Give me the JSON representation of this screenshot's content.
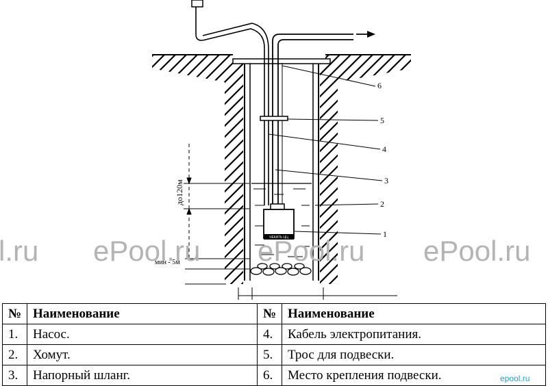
{
  "diagram": {
    "callouts": [
      "6",
      "5",
      "4",
      "3",
      "2",
      "1"
    ],
    "depth_label": "до120м",
    "min_label": "мин - 5м",
    "pump_label": "ЧЕКАТЬ ЦЦ"
  },
  "watermarks": [
    "l.ru",
    "ePool.ru",
    "ePool.ru",
    "ePool.ru"
  ],
  "table": {
    "headers": [
      "№",
      "Наименование",
      "№",
      "Наименование"
    ],
    "rows": [
      [
        "1.",
        "Насос.",
        "4.",
        "Кабель электропитания."
      ],
      [
        "2.",
        "Хомут.",
        "5.",
        "Трос для подвески."
      ],
      [
        "3.",
        "Напорный шланг.",
        "6.",
        "Место крепления подвески."
      ]
    ]
  },
  "corner_mark": "epool.ru"
}
